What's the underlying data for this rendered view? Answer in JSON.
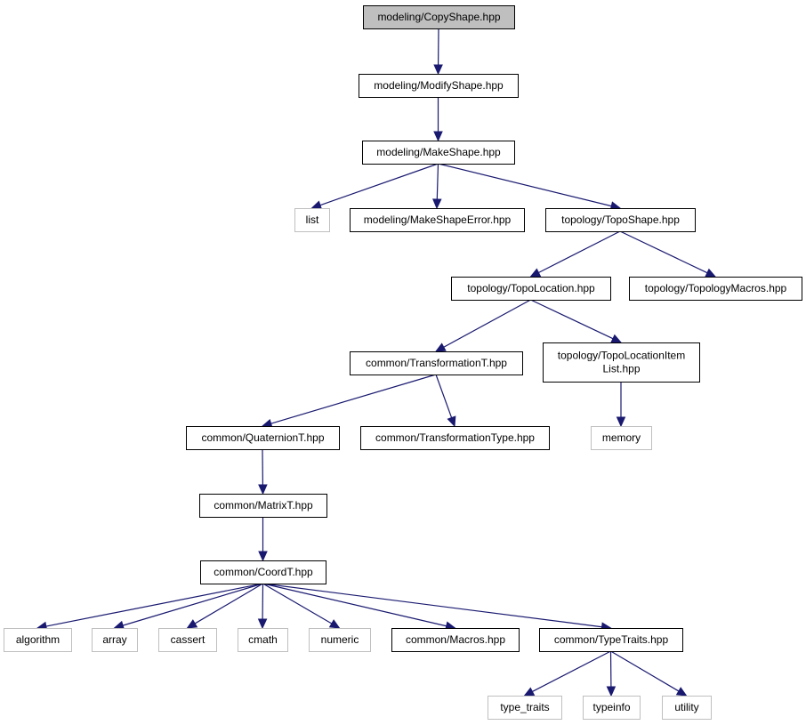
{
  "nodes": [
    {
      "id": "copyshape",
      "lines": [
        "modeling/CopyShape.hpp"
      ],
      "kind": "root"
    },
    {
      "id": "modifyshape",
      "lines": [
        "modeling/ModifyShape.hpp"
      ],
      "kind": "main"
    },
    {
      "id": "makeshape",
      "lines": [
        "modeling/MakeShape.hpp"
      ],
      "kind": "main"
    },
    {
      "id": "list",
      "lines": [
        "list"
      ],
      "kind": "external"
    },
    {
      "id": "makeshapeerror",
      "lines": [
        "modeling/MakeShapeError.hpp"
      ],
      "kind": "main"
    },
    {
      "id": "toposhape",
      "lines": [
        "topology/TopoShape.hpp"
      ],
      "kind": "main"
    },
    {
      "id": "topolocation",
      "lines": [
        "topology/TopoLocation.hpp"
      ],
      "kind": "main"
    },
    {
      "id": "topologymacros",
      "lines": [
        "topology/TopologyMacros.hpp"
      ],
      "kind": "main"
    },
    {
      "id": "transformationt",
      "lines": [
        "common/TransformationT.hpp"
      ],
      "kind": "main"
    },
    {
      "id": "topolocationitemlist",
      "lines": [
        "topology/TopoLocationItem",
        "List.hpp"
      ],
      "kind": "main"
    },
    {
      "id": "quaterniont",
      "lines": [
        "common/QuaternionT.hpp"
      ],
      "kind": "main"
    },
    {
      "id": "transformationtype",
      "lines": [
        "common/TransformationType.hpp"
      ],
      "kind": "main"
    },
    {
      "id": "memory",
      "lines": [
        "memory"
      ],
      "kind": "external"
    },
    {
      "id": "matrixt",
      "lines": [
        "common/MatrixT.hpp"
      ],
      "kind": "main"
    },
    {
      "id": "coordt",
      "lines": [
        "common/CoordT.hpp"
      ],
      "kind": "main"
    },
    {
      "id": "algorithm",
      "lines": [
        "algorithm"
      ],
      "kind": "external"
    },
    {
      "id": "array",
      "lines": [
        "array"
      ],
      "kind": "external"
    },
    {
      "id": "cassert",
      "lines": [
        "cassert"
      ],
      "kind": "external"
    },
    {
      "id": "cmath",
      "lines": [
        "cmath"
      ],
      "kind": "external"
    },
    {
      "id": "numeric",
      "lines": [
        "numeric"
      ],
      "kind": "external"
    },
    {
      "id": "macros",
      "lines": [
        "common/Macros.hpp"
      ],
      "kind": "main"
    },
    {
      "id": "typetraitshpp",
      "lines": [
        "common/TypeTraits.hpp"
      ],
      "kind": "main"
    },
    {
      "id": "type_traits",
      "lines": [
        "type_traits"
      ],
      "kind": "external"
    },
    {
      "id": "typeinfo",
      "lines": [
        "typeinfo"
      ],
      "kind": "external"
    },
    {
      "id": "utility",
      "lines": [
        "utility"
      ],
      "kind": "external"
    }
  ],
  "edges": [
    {
      "from": "copyshape",
      "to": "modifyshape"
    },
    {
      "from": "modifyshape",
      "to": "makeshape"
    },
    {
      "from": "makeshape",
      "to": "list"
    },
    {
      "from": "makeshape",
      "to": "makeshapeerror"
    },
    {
      "from": "makeshape",
      "to": "toposhape"
    },
    {
      "from": "toposhape",
      "to": "topolocation"
    },
    {
      "from": "toposhape",
      "to": "topologymacros"
    },
    {
      "from": "topolocation",
      "to": "transformationt"
    },
    {
      "from": "topolocation",
      "to": "topolocationitemlist"
    },
    {
      "from": "transformationt",
      "to": "quaterniont"
    },
    {
      "from": "transformationt",
      "to": "transformationtype"
    },
    {
      "from": "topolocationitemlist",
      "to": "memory"
    },
    {
      "from": "quaterniont",
      "to": "matrixt"
    },
    {
      "from": "matrixt",
      "to": "coordt"
    },
    {
      "from": "coordt",
      "to": "algorithm"
    },
    {
      "from": "coordt",
      "to": "array"
    },
    {
      "from": "coordt",
      "to": "cassert"
    },
    {
      "from": "coordt",
      "to": "cmath"
    },
    {
      "from": "coordt",
      "to": "numeric"
    },
    {
      "from": "coordt",
      "to": "macros"
    },
    {
      "from": "coordt",
      "to": "typetraitshpp"
    },
    {
      "from": "typetraitshpp",
      "to": "type_traits"
    },
    {
      "from": "typetraitshpp",
      "to": "typeinfo"
    },
    {
      "from": "typetraitshpp",
      "to": "utility"
    }
  ],
  "colors": {
    "edge": "#191970",
    "root_fill": "#bfbfbf",
    "main_border": "#000000",
    "external_border": "#bfbfbf"
  }
}
